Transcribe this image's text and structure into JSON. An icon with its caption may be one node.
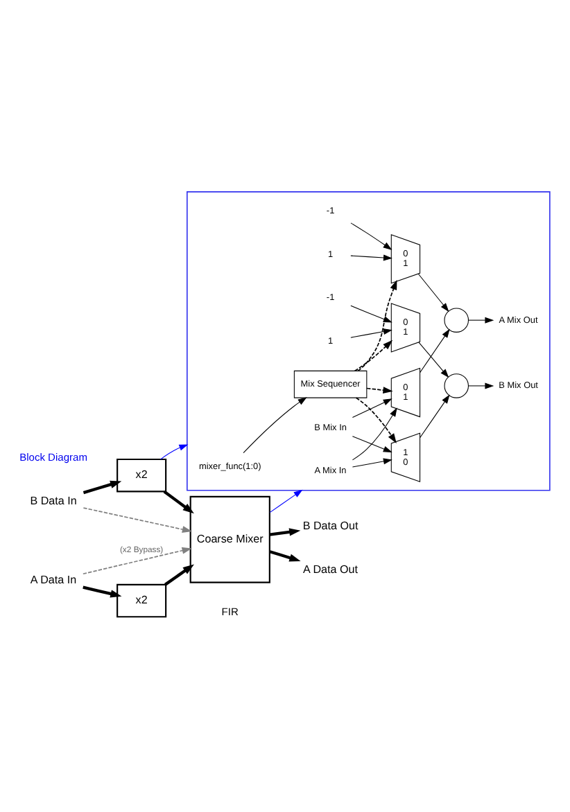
{
  "diagram": {
    "nodes": [
      {
        "text": [
          "A Data In"
        ]
      },
      {
        "text": [
          "x2"
        ]
      },
      {
        "text": [
          "B Data In"
        ]
      },
      {
        "text": [
          "x2"
        ]
      },
      {
        "text": [
          "Coarse Mixer"
        ]
      },
      {
        "text": [
          "A Data Out"
        ]
      },
      {
        "text": [
          "B Data Out"
        ]
      },
      {
        "text": [],
        "shape": "box"
      },
      {
        "text": [
          "A Mix In"
        ],
        "in": 7
      },
      {
        "text": [
          "B Mix In"
        ],
        "in": 7
      },
      {
        "text": [
          "0",
          "1"
        ],
        "in": 7
      },
      {
        "text": [],
        "shape": "circle",
        "in": 7
      },
      {
        "text": [
          "A Mix Out"
        ],
        "in": 7
      },
      {
        "text": [
          "0",
          "1"
        ],
        "in": 7
      },
      {
        "text": [
          "1"
        ],
        "in": 7
      },
      {
        "text": [
          "-1"
        ],
        "in": 7
      },
      {
        "text": [
          "1",
          "0"
        ],
        "in": 7
      },
      {
        "text": [],
        "shape": "circle",
        "in": 7
      },
      {
        "text": [
          "B Mix Out"
        ],
        "in": 7
      },
      {
        "text": [
          "0",
          "1"
        ],
        "in": 7
      },
      {
        "text": [
          "1"
        ],
        "in": 7
      },
      {
        "text": [
          "-1"
        ],
        "in": 7
      },
      {
        "text": [
          "mixer_func(1:0)"
        ],
        "in": 7
      },
      {
        "text": [
          "Mix Sequencer"
        ],
        "in": 7
      }
    ],
    "edges": [
      {
        "from": 0,
        "to": 1,
        "arrow": "to",
        "style": "thick"
      },
      {
        "from": 1,
        "to": 4,
        "arrow": "to",
        "style": "thick"
      },
      {
        "from": 0,
        "to": 4,
        "arrow": "to",
        "style": "dashed",
        "color": "#808080",
        "label": "(x2 Bypass)"
      },
      {
        "from": 2,
        "to": 3,
        "arrow": "to",
        "style": "thick"
      },
      {
        "from": 3,
        "to": 4,
        "arrow": "to",
        "style": "thick"
      },
      {
        "from": 2,
        "to": 4,
        "arrow": "to",
        "style": "dashed",
        "color": "#808080"
      },
      {
        "from": 4,
        "to": 5,
        "arrow": "to",
        "style": "thick"
      },
      {
        "from": 4,
        "to": 6,
        "arrow": "to",
        "style": "thick"
      },
      {
        "from": 3,
        "to": 7,
        "arrow": "to",
        "color": "#0000ff"
      },
      {
        "from": 4,
        "to": 7,
        "arrow": "to",
        "color": "#0000ff"
      },
      {
        "from": 8,
        "to": 10,
        "arrow": "to"
      },
      {
        "from": 8,
        "to": 16,
        "arrow": "to"
      },
      {
        "from": 9,
        "to": 10,
        "arrow": "to"
      },
      {
        "from": 9,
        "to": 16,
        "arrow": "to"
      },
      {
        "from": 10,
        "to": 11,
        "arrow": "to"
      },
      {
        "from": 11,
        "to": 12,
        "arrow": "to"
      },
      {
        "from": 13,
        "to": 11,
        "arrow": "to"
      },
      {
        "from": 14,
        "to": 13,
        "arrow": "to"
      },
      {
        "from": 15,
        "to": 13,
        "arrow": "to"
      },
      {
        "from": 16,
        "to": 17,
        "arrow": "to"
      },
      {
        "from": 17,
        "to": 18,
        "arrow": "to"
      },
      {
        "from": 19,
        "to": 17,
        "arrow": "to"
      },
      {
        "from": 20,
        "to": 19,
        "arrow": "to"
      },
      {
        "from": 21,
        "to": 19,
        "arrow": "to"
      },
      {
        "from": 22,
        "to": 23,
        "arrow": "to"
      },
      {
        "from": 23,
        "to": 10,
        "arrow": "to",
        "style": "dashed"
      },
      {
        "from": 23,
        "to": 13,
        "arrow": "to",
        "style": "dashed"
      },
      {
        "from": 23,
        "to": 16,
        "arrow": "to",
        "style": "dashed"
      },
      {
        "from": 23,
        "to": 19,
        "arrow": "to",
        "style": "dashed"
      }
    ],
    "labels": [
      "FIR",
      "Block Diagram"
    ]
  }
}
